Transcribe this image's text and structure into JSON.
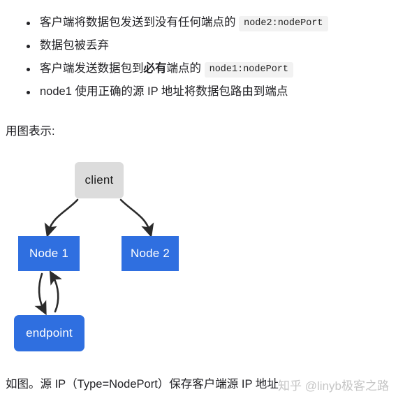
{
  "page": {
    "background": "#ffffff",
    "text_color": "#222226"
  },
  "bullets": [
    {
      "text_before": "客户端将数据包发送到没有任何端点的 ",
      "code": "node2:nodePort",
      "bold": "",
      "text_mid": "",
      "text_after": ""
    },
    {
      "text_before": "数据包被丢弃",
      "code": "",
      "bold": "",
      "text_mid": "",
      "text_after": ""
    },
    {
      "text_before": "客户端发送数据包到",
      "bold": "必有",
      "text_mid": "端点的 ",
      "code": "node1:nodePort",
      "text_after": ""
    },
    {
      "text_before": "node1 使用正确的源 IP 地址将数据包路由到端点",
      "code": "",
      "bold": "",
      "text_mid": "",
      "text_after": ""
    }
  ],
  "intro_paragraph": "用图表示:",
  "diagram": {
    "type": "flow",
    "accent_color": "#2f6fe0",
    "neutral_color": "#dcdcdc",
    "arrow_color": "#2b2b2b",
    "nodes": [
      {
        "id": "client",
        "label": "client",
        "shape": "rounded-rect",
        "fill": "#dcdcdc",
        "text_color": "#1c1c1c"
      },
      {
        "id": "node1",
        "label": "Node 1",
        "shape": "rect",
        "fill": "#2f6fe0",
        "text_color": "#ffffff"
      },
      {
        "id": "node2",
        "label": "Node 2",
        "shape": "rect",
        "fill": "#2f6fe0",
        "text_color": "#ffffff"
      },
      {
        "id": "endpoint",
        "label": "endpoint",
        "shape": "rounded-rect",
        "fill": "#2f6fe0",
        "text_color": "#ffffff"
      }
    ],
    "edges": [
      {
        "from": "client",
        "to": "node1",
        "style": "curved-arrow",
        "direction": "one-way"
      },
      {
        "from": "client",
        "to": "node2",
        "style": "curved-arrow",
        "direction": "one-way"
      },
      {
        "from": "node1",
        "to": "endpoint",
        "style": "curved-arrow",
        "direction": "one-way"
      },
      {
        "from": "endpoint",
        "to": "node1",
        "style": "curved-arrow",
        "direction": "one-way"
      }
    ]
  },
  "footer_paragraph": "如图。源 IP（Type=NodePort）保存客户端源 IP 地址",
  "watermark": "知乎 @linyb极客之路"
}
